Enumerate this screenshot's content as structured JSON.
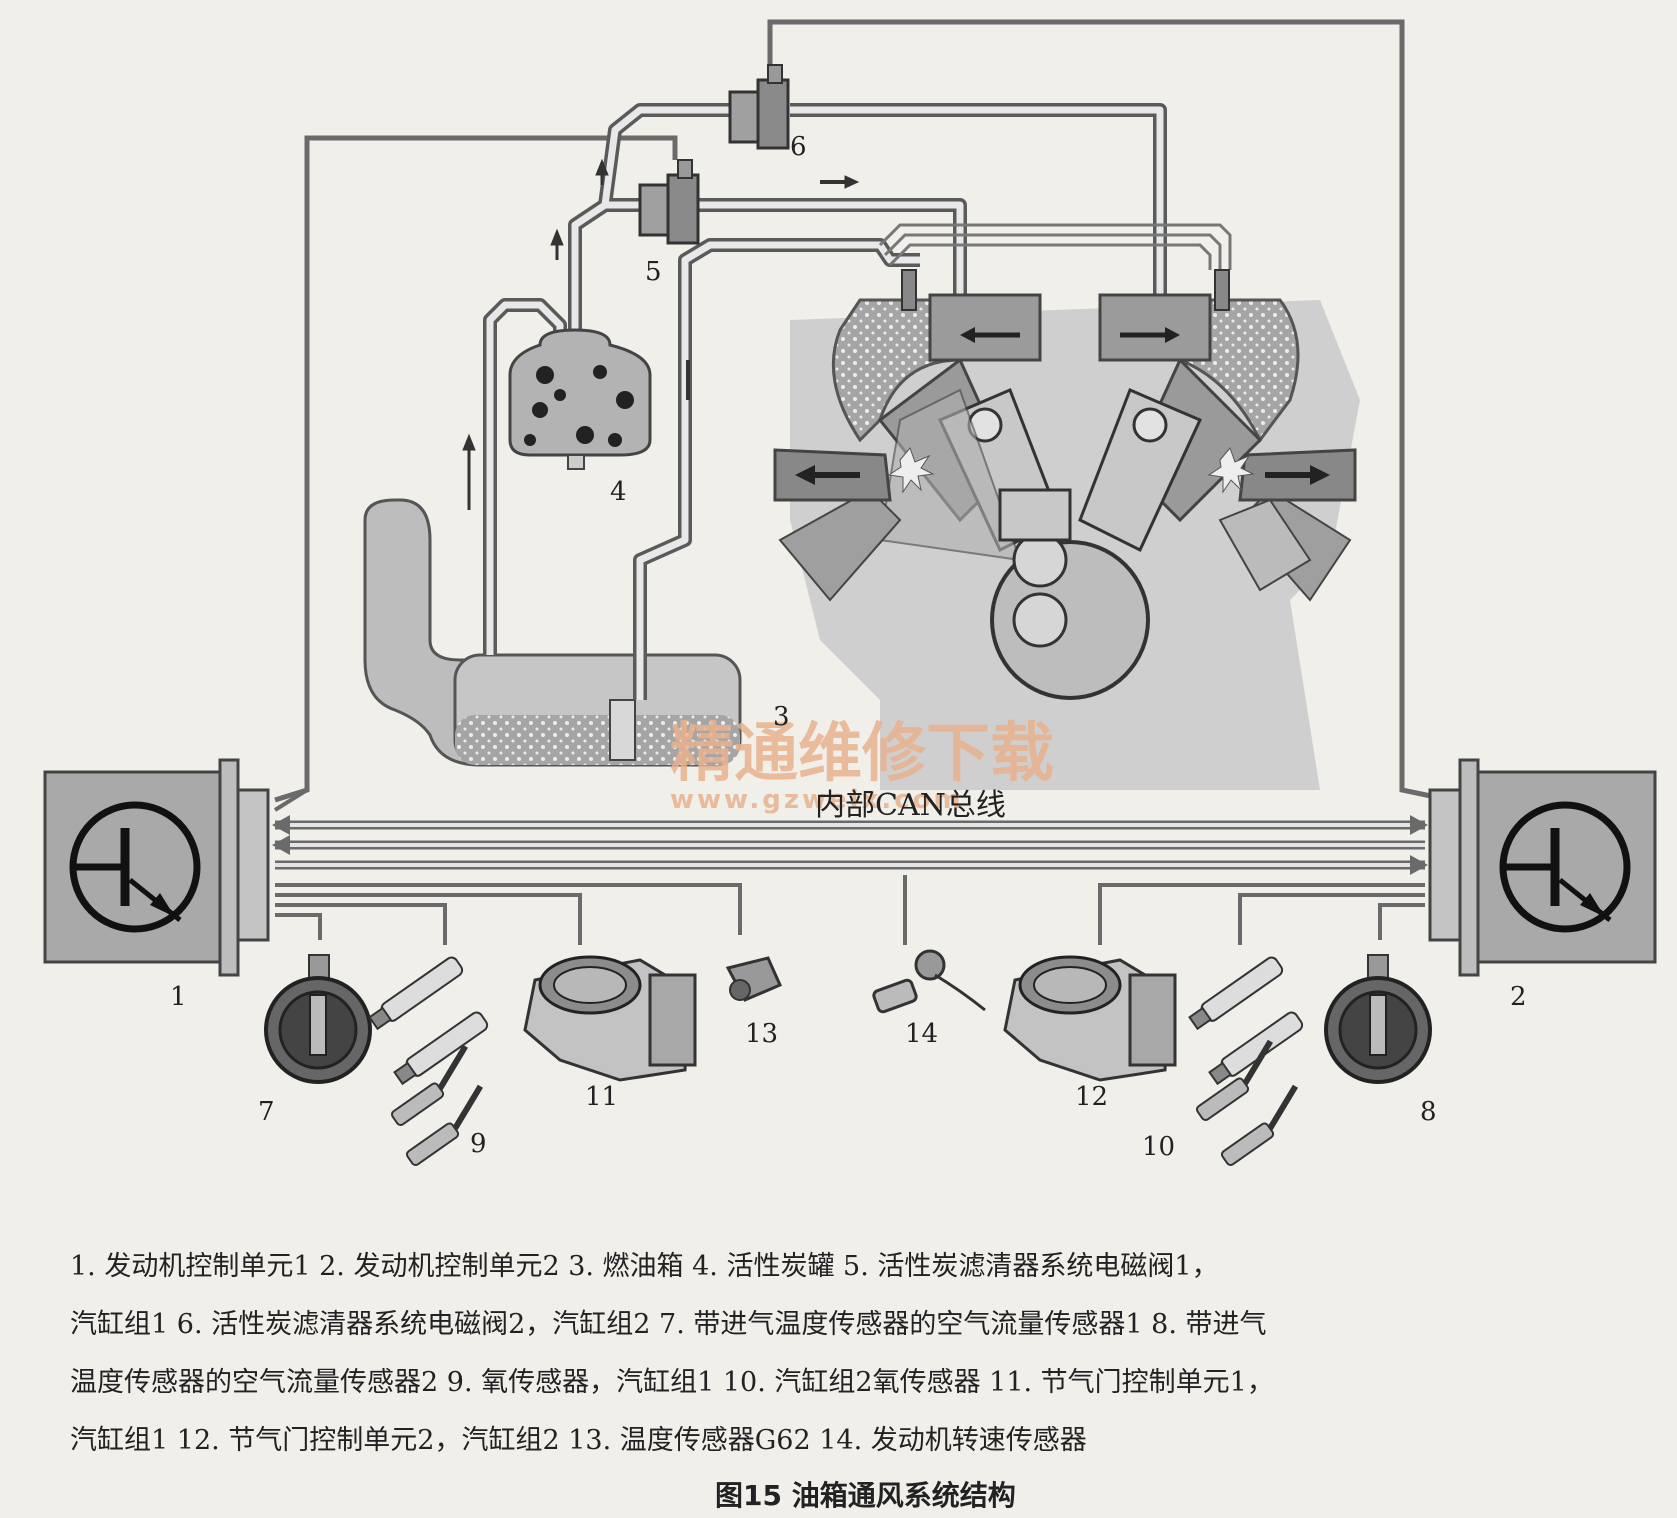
{
  "diagram": {
    "callout_numbers": [
      "1",
      "2",
      "3",
      "4",
      "5",
      "6",
      "7",
      "8",
      "9",
      "10",
      "11",
      "12",
      "13",
      "14"
    ],
    "bus_label": "内部CAN总线",
    "watermark": {
      "line1": "精通维修下载",
      "line2": "www.gzweix.com"
    }
  },
  "caption": {
    "lines": [
      "1. 发动机控制单元1    2. 发动机控制单元2    3. 燃油箱    4. 活性炭罐    5. 活性炭滤清器系统电磁阀1，",
      "汽缸组1    6. 活性炭滤清器系统电磁阀2，汽缸组2    7. 带进气温度传感器的空气流量传感器1    8. 带进气",
      "温度传感器的空气流量传感器2    9. 氧传感器，汽缸组1    10. 汽缸组2氧传感器    11. 节气门控制单元1，",
      "汽缸组1    12. 节气门控制单元2，汽缸组2    13. 温度传感器G62    14. 发动机转速传感器"
    ],
    "figure_title": "图15    油箱通风系统结构"
  },
  "colors": {
    "background": "#f1efea",
    "component_fill": "#a9a9a9",
    "pipe": "#6a6a6a",
    "watermark": "#e8b28e"
  }
}
